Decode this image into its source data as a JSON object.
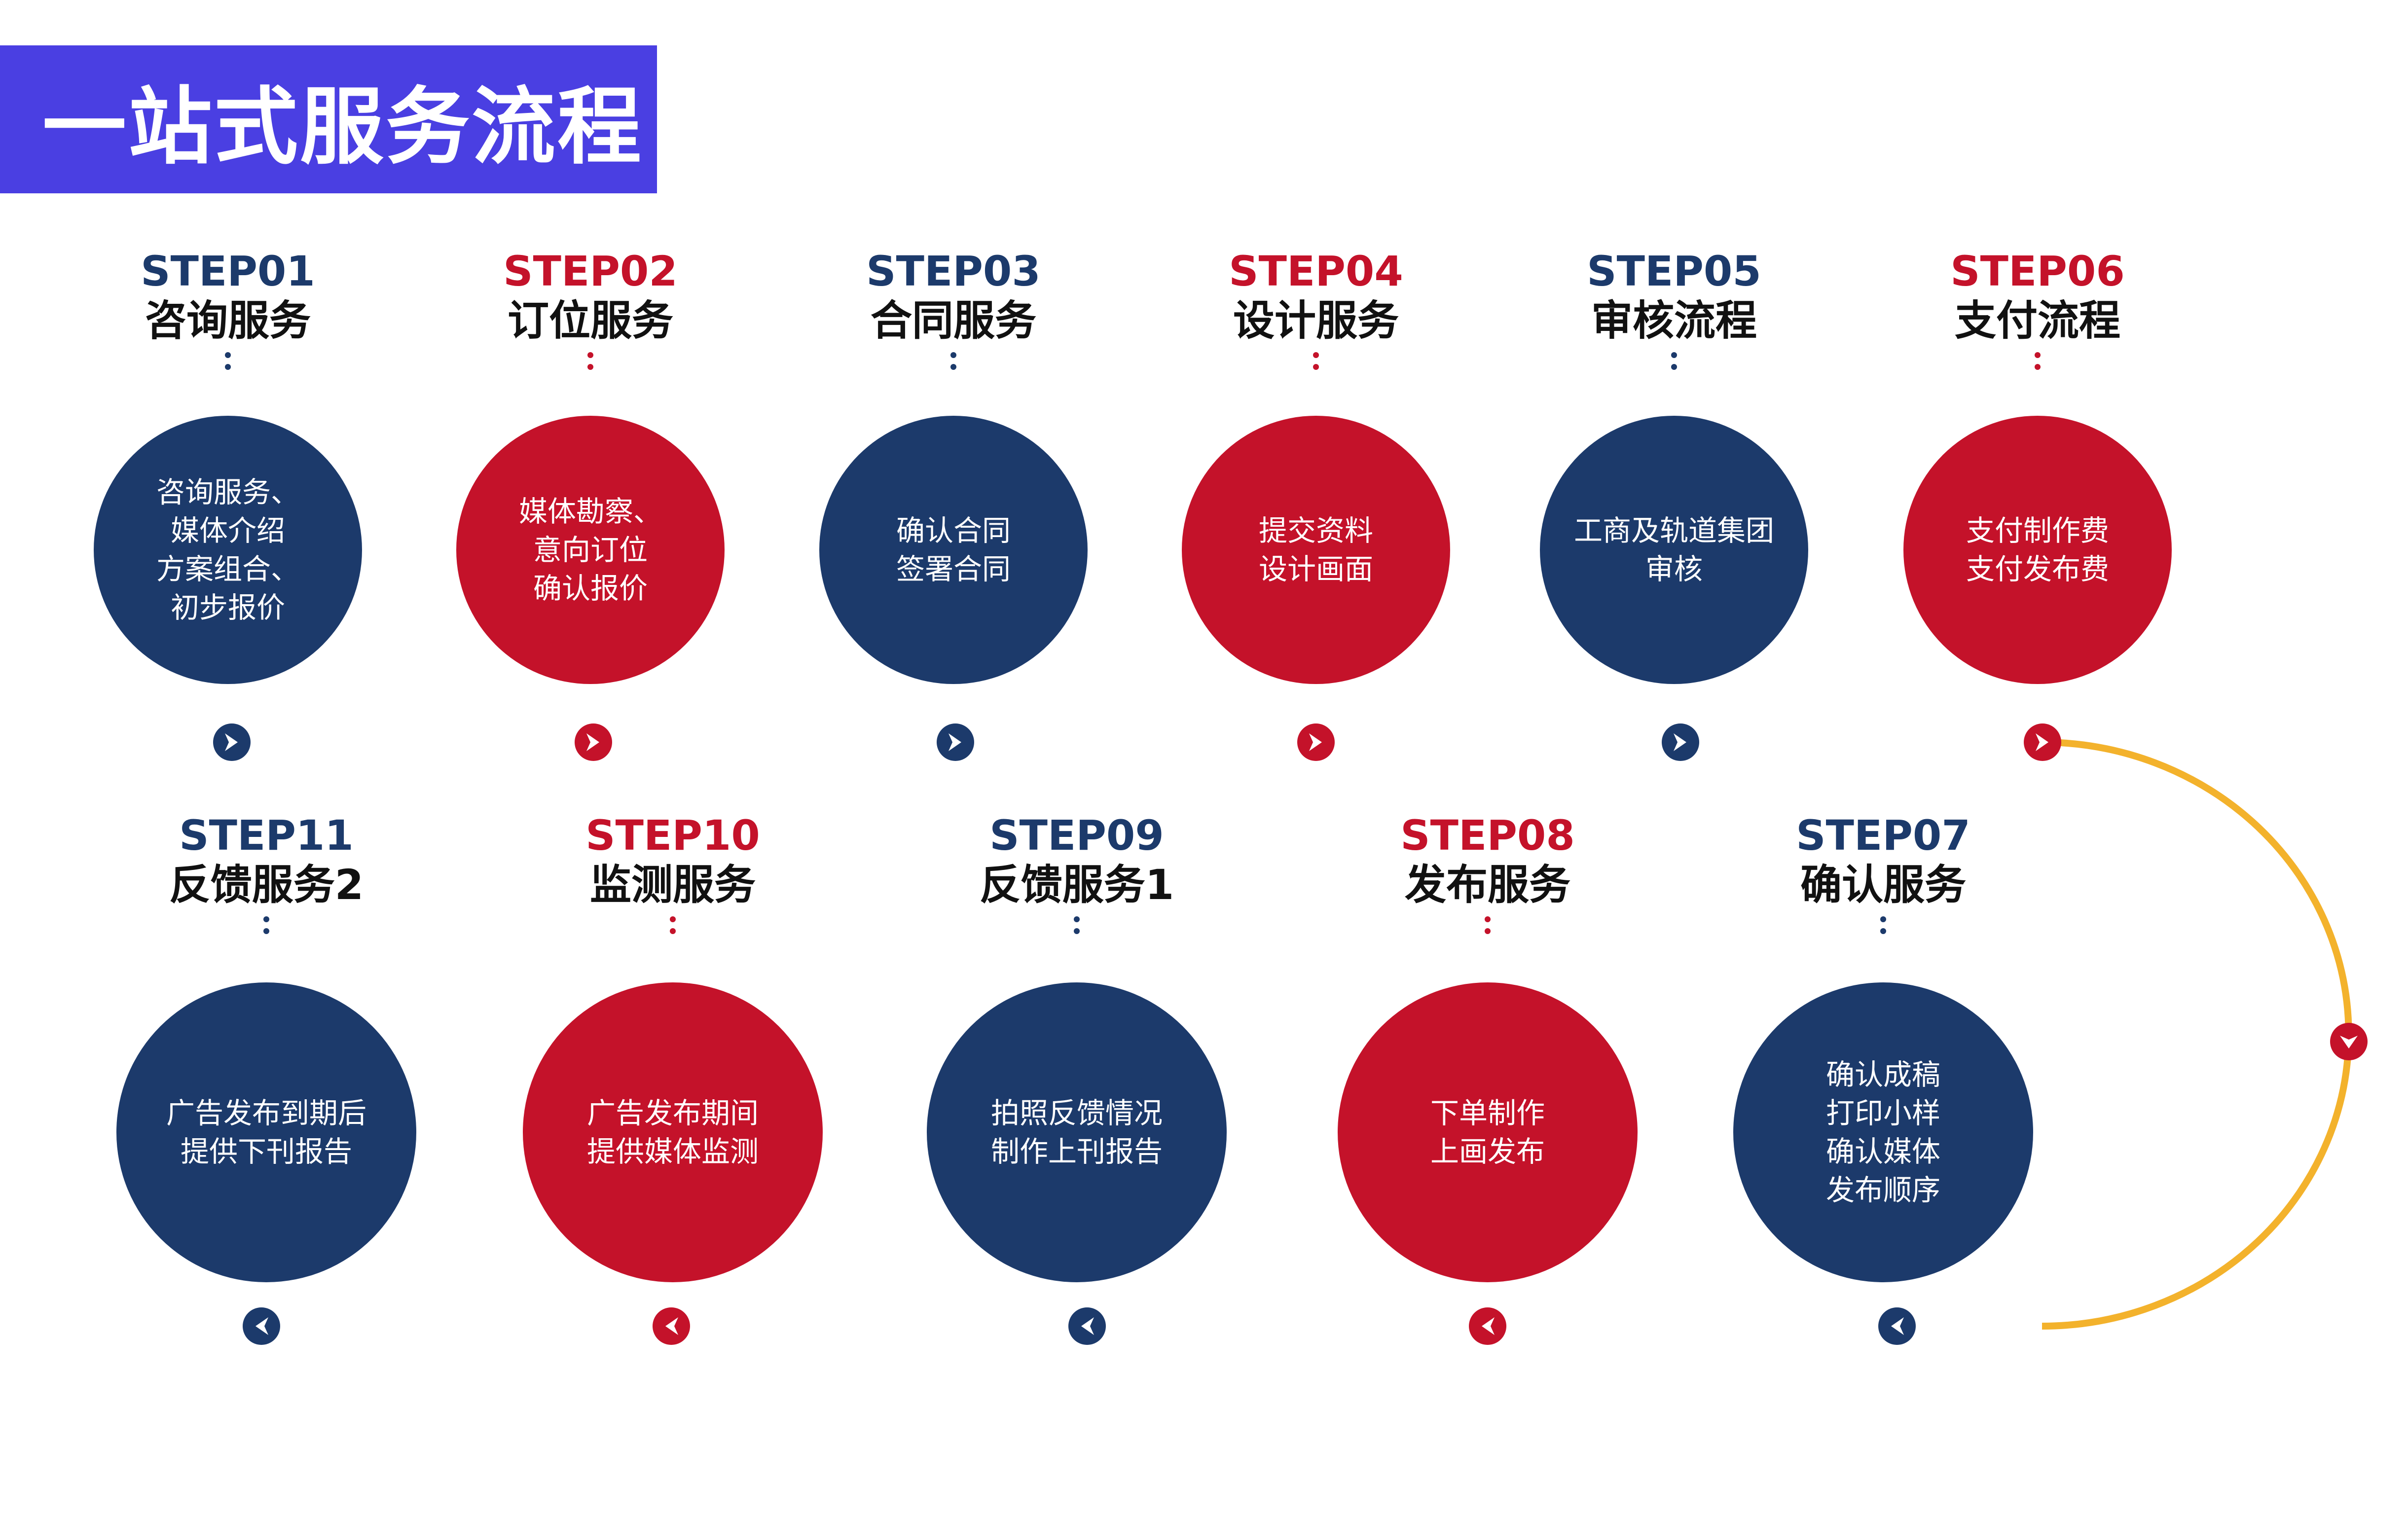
{
  "title": "一站式服务流程",
  "colors": {
    "title_bg": "#4A3FE2",
    "navy": "#1C3A6B",
    "red": "#C4122A",
    "line_start": "#E23A2C",
    "line_mid": "#F07A2A",
    "line_end": "#F3B22C"
  },
  "steps": [
    {
      "label": "STEP01",
      "name": "咨询服务",
      "desc": "咨询服务、\n媒体介绍\n方案组合、\n初步报价",
      "color": "navy"
    },
    {
      "label": "STEP02",
      "name": "订位服务",
      "desc": "媒体勘察、\n意向订位\n确认报价",
      "color": "red"
    },
    {
      "label": "STEP03",
      "name": "合同服务",
      "desc": "确认合同\n签署合同",
      "color": "navy"
    },
    {
      "label": "STEP04",
      "name": "设计服务",
      "desc": "提交资料\n设计画面",
      "color": "red"
    },
    {
      "label": "STEP05",
      "name": "审核流程",
      "desc": "工商及轨道集团\n审核",
      "color": "navy"
    },
    {
      "label": "STEP06",
      "name": "支付流程",
      "desc": "支付制作费\n支付发布费",
      "color": "red"
    },
    {
      "label": "STEP07",
      "name": "确认服务",
      "desc": "确认成稿\n打印小样\n确认媒体\n发布顺序",
      "color": "navy"
    },
    {
      "label": "STEP08",
      "name": "发布服务",
      "desc": "下单制作\n上画发布",
      "color": "red"
    },
    {
      "label": "STEP09",
      "name": "反馈服务1",
      "desc": "拍照反馈情况\n制作上刊报告",
      "color": "navy"
    },
    {
      "label": "STEP10",
      "name": "监测服务",
      "desc": "广告发布期间\n提供媒体监测",
      "color": "red"
    },
    {
      "label": "STEP11",
      "name": "反馈服务2",
      "desc": "广告发布到期后\n提供下刊报告",
      "color": "navy"
    }
  ]
}
